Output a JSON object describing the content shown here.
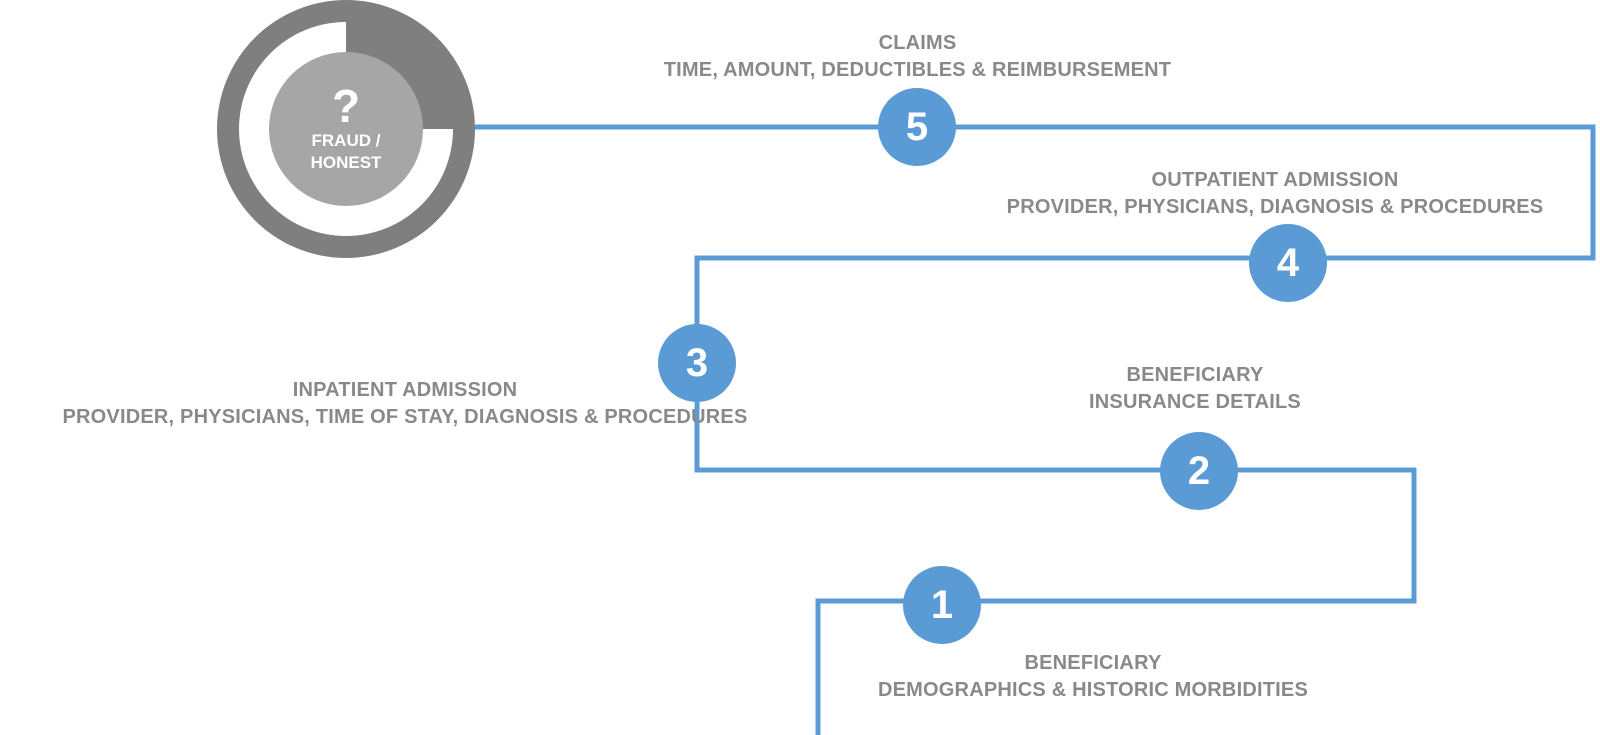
{
  "gauge": {
    "symbol": "?",
    "line1": "FRAUD /",
    "line2": "HONEST"
  },
  "steps": [
    {
      "number": "1",
      "title": "BENEFICIARY",
      "detail": "DEMOGRAPHICS & HISTORIC MORBIDITIES"
    },
    {
      "number": "2",
      "title": "BENEFICIARY",
      "detail": "INSURANCE DETAILS"
    },
    {
      "number": "3",
      "title": "INPATIENT ADMISSION",
      "detail": "PROVIDER, PHYSICIANS, TIME OF STAY, DIAGNOSIS & PROCEDURES"
    },
    {
      "number": "4",
      "title": "OUTPATIENT ADMISSION",
      "detail": "PROVIDER, PHYSICIANS, DIAGNOSIS & PROCEDURES"
    },
    {
      "number": "5",
      "title": "CLAIMS",
      "detail": "TIME, AMOUNT, DEDUCTIBLES & REIMBURSEMENT"
    }
  ],
  "colors": {
    "path": "#5b9bd5",
    "step_circle": "#5b9bd5",
    "label_text": "#898989",
    "gauge_outer": "#7f7f7f",
    "gauge_inner": "#a6a6a6"
  }
}
